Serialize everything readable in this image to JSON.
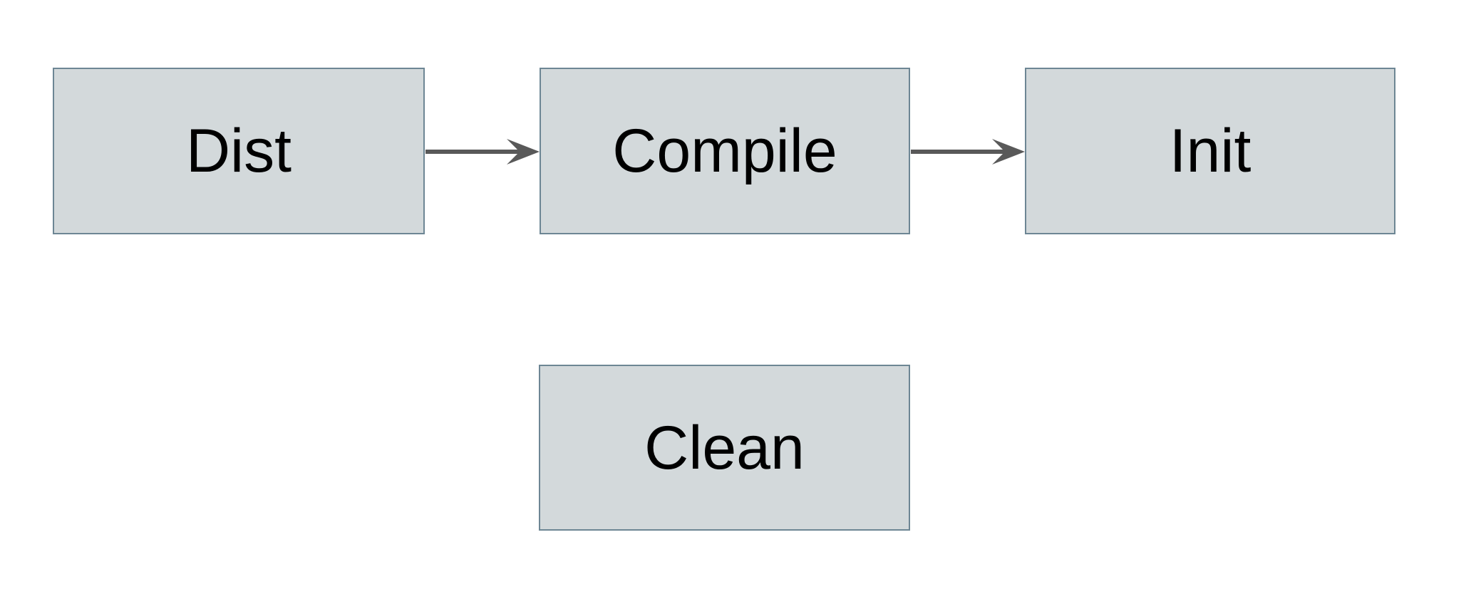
{
  "diagram": {
    "title": "build-steps-flow",
    "nodes": [
      {
        "id": "dist",
        "label": "Dist"
      },
      {
        "id": "compile",
        "label": "Compile"
      },
      {
        "id": "init",
        "label": "Init"
      },
      {
        "id": "clean",
        "label": "Clean"
      }
    ],
    "edges": [
      {
        "from": "dist",
        "to": "compile",
        "style": "arrow-right"
      },
      {
        "from": "compile",
        "to": "init",
        "style": "arrow-right"
      }
    ]
  },
  "colors": {
    "background": "#ffffff",
    "node_fill": "#d3d9db",
    "node_border": "#6d8694",
    "arrow": "#595959",
    "text": "#000000"
  }
}
